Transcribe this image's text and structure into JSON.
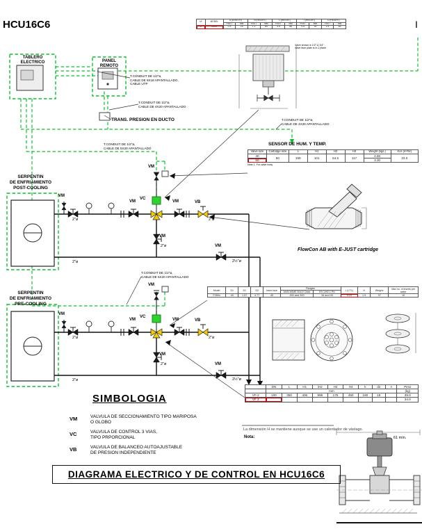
{
  "page": {
    "title": "HCU16C6",
    "corner_letter": "I",
    "bottom_title": "DIAGRAMA ELECTRICO Y DE CONTROL EN HCU16C6"
  },
  "colors": {
    "wiring_green": "#0ac22a",
    "valve_yellow": "#f6c800",
    "highlight_red": "#e10000"
  },
  "panels": {
    "tablero": "TABLERO\nELECTRICO",
    "remoto": "PANEL\nREMOTO"
  },
  "callouts": {
    "conduit_6x18": "T.CONDUIT DE 1/2\"ø,\nCABLE DE 6X18 APANTALLADO,\nCABLE UTP",
    "conduit_4x20_a": "T.CONDUIT DE 1/2\"ø,\nCABLE DE 4X20 APANTALLADO",
    "trans_presion": "TRANS. PRESION EN DUCTO",
    "conduit_4x20_b": "T.CONDUIT DE 1/2\"ø,\nCABLE DE 4X20 APANTALLADO",
    "sensor_hum_temp": "SENSOR DE HUM. Y TEMP.",
    "conduit_5x20_a": "T.CONDUIT DE 1/2\"ø,\nCABLE DE 5X20 APANTALLADO",
    "conduit_5x20_b": "T.CONDUIT DE 1/2\"ø,\nCABLE DE 5X20 APANTALLADO",
    "serpentin_post": "SERPENTIN\nDE ENFRIAMIENTO\nPOST-COOLING",
    "serpentin_pre": "SERPENTIN\nDE ENFRIAMIENTO\nPRE-COOLING",
    "flowcon_caption": "FlowCon AB with E-JUST cartridge",
    "actuator_note": "Valve shown is 1/2\" & 3/4\",\nvalve face plate is in 2 plane",
    "dim_note": "La dimensión H se mantiene aunque se use un calentador de vástago.",
    "nota": "Nota:",
    "dim_61": "61 mín."
  },
  "tags": {
    "vm": "VM",
    "vc": "VC",
    "vb": "VB",
    "d2": "2\"ø",
    "d2h": "2½\"ø"
  },
  "simbologia": {
    "title": "SIMBOLOGIA",
    "items": [
      {
        "code": "VM",
        "desc": "VALVULA DE SECCIONAMIENTO TIPO MARIPOSA\nO GLOBO"
      },
      {
        "code": "VC",
        "desc": "VALVULA DE CONTROL 3 VIAS,\nTIPO PRPORCIONAL"
      },
      {
        "code": "VB",
        "desc": "VALVULA DE BALANCEO AUTOAJUSTABLE\nDE PRESION INDEPENDIENTE"
      }
    ]
  },
  "tables": {
    "top": {
      "groups": [
        "Nº",
        "MODEL",
        "A (LENGTH)",
        "B (HEIGHT)",
        "C (HEIGHT)",
        "T (HEIGHT)",
        "D (HEIGHT)"
      ],
      "subheads": [
        "FEET",
        "MM",
        "FEET",
        "MM",
        "FEET",
        "MM",
        "FEET",
        "MM",
        "FEET",
        "MM"
      ],
      "row": [
        "2",
        "2000",
        "0.5",
        "15",
        "1.1",
        "84",
        "3.5",
        "88",
        "0.5",
        "15",
        "2.5",
        "64"
      ]
    },
    "valve": {
      "headers": [
        "Valve size",
        "Cartridge size",
        "L",
        "H1",
        "H2",
        "H3",
        "Weight (kgs.)",
        "Kvs (m³/hr)"
      ],
      "rows": [
        [
          "40",
          "50",
          "159",
          "101",
          "54.5",
          "117",
          "4.80",
          "23.0"
        ],
        [
          "50",
          "",
          "",
          "",
          "",
          "",
          "3.30",
          ""
        ]
      ],
      "note": "Note 1. For valve body"
    },
    "flowcon": {
      "h1": [
        "Model",
        "D1",
        "D1",
        "D2",
        "Insert size",
        "Flanges¹",
        "L (LT'L)",
        "H",
        "Weight¹",
        "Max no. of inserts per wafer"
      ],
      "h2": [
        "ANSI ASME B16.5 Class",
        "EN 1092-1 PN"
      ],
      "row": [
        "F350x",
        "40",
        "1.57",
        "4.77",
        "40",
        "150 and 300",
        "16 and 40",
        "4.19",
        "1.9",
        "37",
        "10"
      ]
    },
    "vf": {
      "headers": [
        "Tipo",
        "DN",
        "L",
        "H1",
        "iH2",
        "H3",
        "H4",
        "k",
        "d2",
        "n",
        "Peso"
      ],
      "units": [
        "mm",
        "(kg)"
      ],
      "rows": [
        [
          "VF-2",
          "100",
          "350",
          "406",
          "996",
          "175",
          "450",
          "180",
          "18",
          "",
          "39.0"
        ],
        [
          "VF 3",
          "",
          "",
          "",
          "",
          "",
          "",
          "",
          "",
          "",
          "34.0"
        ]
      ]
    }
  }
}
